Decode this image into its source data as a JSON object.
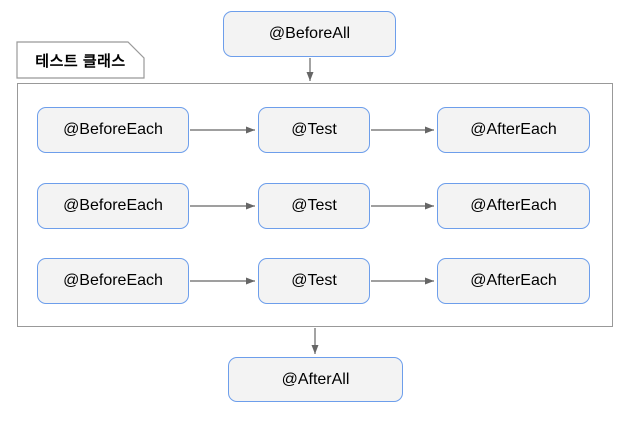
{
  "diagram": {
    "title_hint": "JUnit test lifecycle diagram",
    "before_all": "@BeforeAll",
    "after_all": "@AfterAll",
    "container_label": "테스트 클래스",
    "rows": [
      {
        "before_each": "@BeforeEach",
        "test": "@Test",
        "after_each": "@AfterEach"
      },
      {
        "before_each": "@BeforeEach",
        "test": "@Test",
        "after_each": "@AfterEach"
      },
      {
        "before_each": "@BeforeEach",
        "test": "@Test",
        "after_each": "@AfterEach"
      }
    ],
    "colors": {
      "background": "#ffffff",
      "node_fill": "#f3f3f3",
      "node_border": "#6d9eeb",
      "container_border": "#999999",
      "label_fill": "#ffffff",
      "arrow": "#666666",
      "text": "#000000"
    }
  }
}
